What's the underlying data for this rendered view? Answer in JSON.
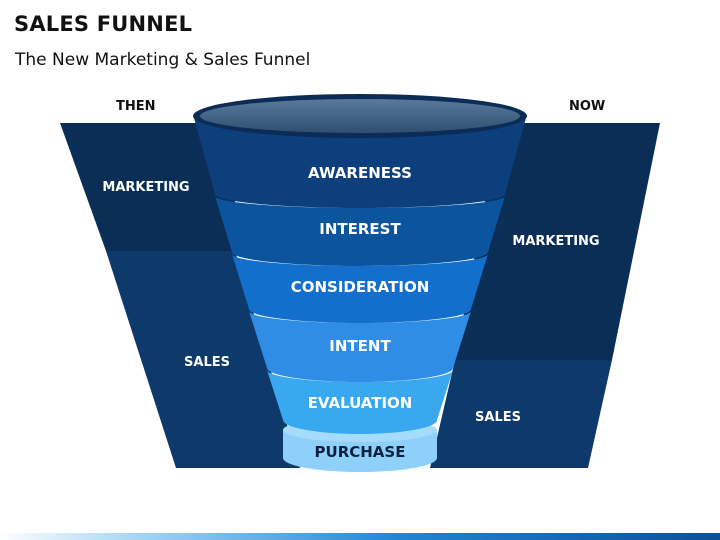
{
  "title": "SALES FUNNEL",
  "subtitle": "The New Marketing & Sales Funnel",
  "then": {
    "heading": "THEN",
    "marketing": "MARKETING",
    "sales": "SALES"
  },
  "now": {
    "heading": "NOW",
    "marketing": "MARKETING",
    "sales": "SALES"
  },
  "funnel": {
    "stages": [
      {
        "label": "AWARENESS",
        "color": "#0d3f7c"
      },
      {
        "label": "INTEREST",
        "color": "#0b559f"
      },
      {
        "label": "CONSIDERATION",
        "color": "#146fcc"
      },
      {
        "label": "INTENT",
        "color": "#2f8de6"
      },
      {
        "label": "EVALUATION",
        "color": "#3aa8ee"
      },
      {
        "label": "PURCHASE",
        "color": "#8ed0fa"
      }
    ]
  },
  "colors": {
    "panel_dark": "#0b2e57",
    "panel_mid": "#0d3a6a",
    "funnel_rim": "#0b2c55",
    "text_light": "#ffffff",
    "text_dark": "#0b2040"
  }
}
